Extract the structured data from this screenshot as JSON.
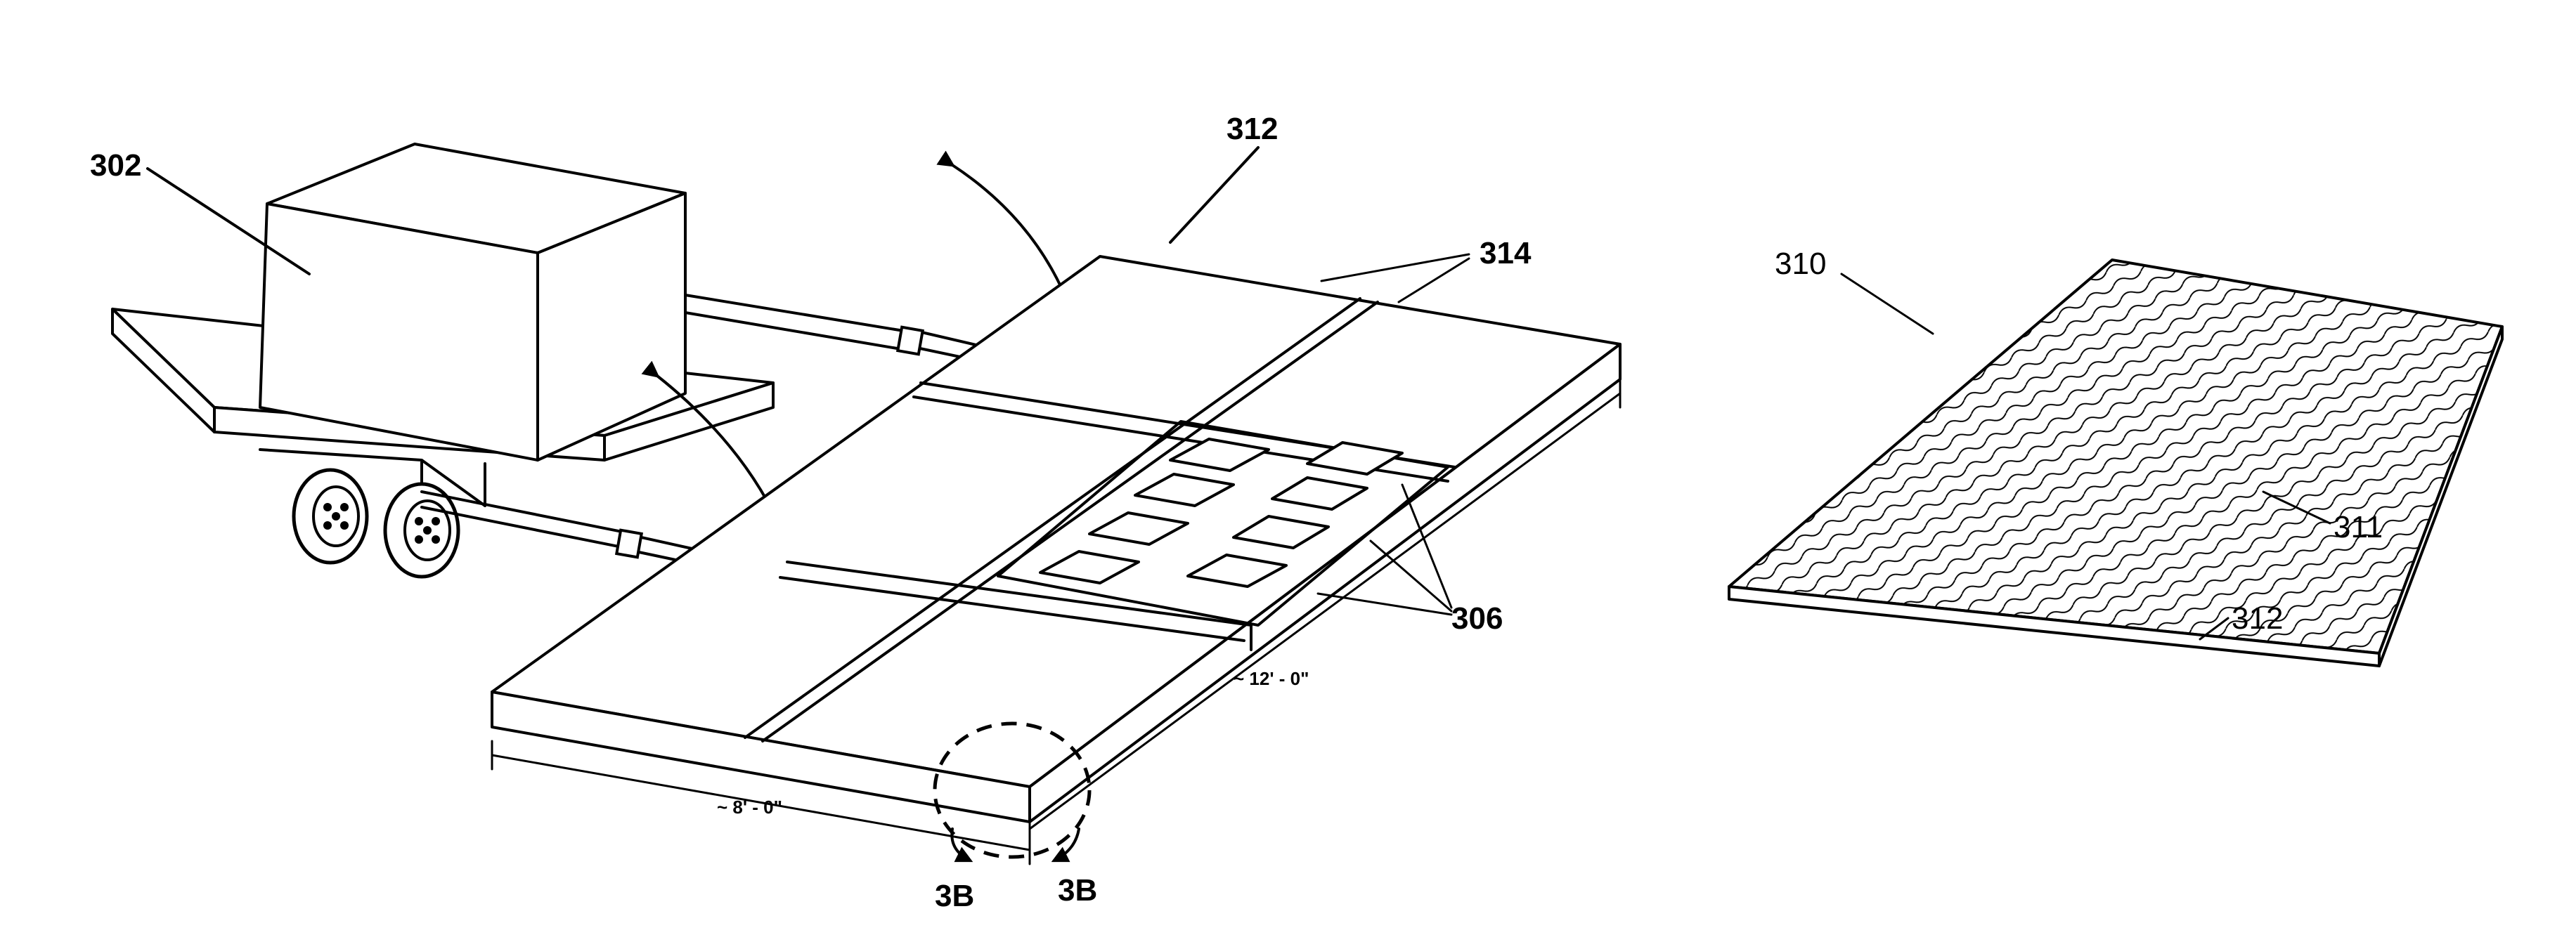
{
  "labels": {
    "trailer_ref": "302",
    "panel_ref_top": "312",
    "seam_ref": "314",
    "cells_ref": "306",
    "mat_ref": "310",
    "texture_ref": "311",
    "mat_base_ref": "312",
    "section_left": "3B",
    "section_right": "3B",
    "dim_width": "~ 8' - 0\"",
    "dim_length": "~ 12' - 0\""
  },
  "colors": {
    "ink": "#000000",
    "paper": "#ffffff"
  }
}
